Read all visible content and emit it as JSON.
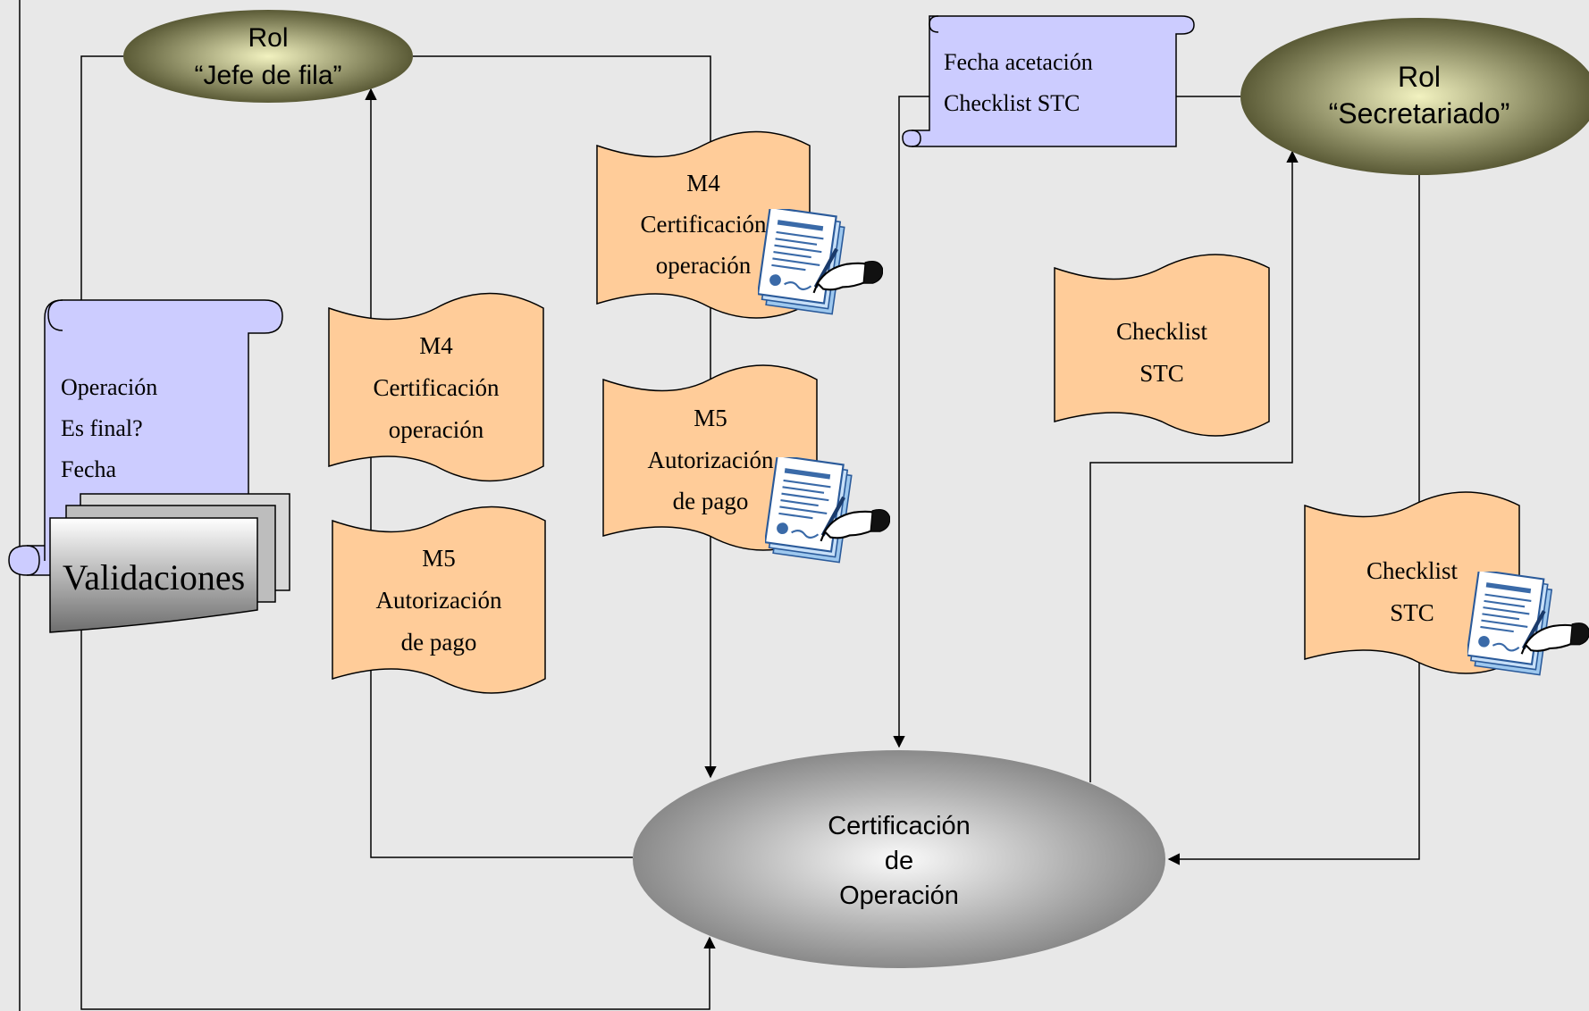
{
  "colors": {
    "background": "#e8e8e8",
    "scroll_fill": "#ccccff",
    "document_fill": "#ffcc99",
    "role_ellipse_light": "#f2f2c0",
    "role_ellipse_dark": "#5a5a36",
    "center_ellipse_light": "#f8f8f8",
    "center_ellipse_dark": "#8a8a8a",
    "line": "#000000"
  },
  "roles": {
    "jefe": {
      "line1": "Rol",
      "line2": "“Jefe de fila”"
    },
    "secretariado": {
      "line1": "Rol",
      "line2": "“Secretariado”"
    }
  },
  "center": {
    "line1": "Certificación",
    "line2": "de",
    "line3": "Operación"
  },
  "scrolls": {
    "left": {
      "line1": "Operación",
      "line2": "Es final?",
      "line3": "Fecha"
    },
    "top": {
      "line1": "Fecha acetación",
      "line2": "Checklist STC"
    }
  },
  "validaciones": {
    "label": "Validaciones"
  },
  "documents": {
    "m4_left": {
      "line1": "M4",
      "line2": "Certificación",
      "line3": "operación"
    },
    "m5_left": {
      "line1": "M5",
      "line2": "Autorización",
      "line3": "de pago"
    },
    "m4_signed": {
      "line1": "M4",
      "line2": "Certificación",
      "line3": "operación"
    },
    "m5_signed": {
      "line1": "M5",
      "line2": "Autorización",
      "line3": "de pago"
    },
    "checklist": {
      "line1": "Checklist",
      "line2": "STC"
    },
    "checklist_signed": {
      "line1": "Checklist",
      "line2": "STC"
    }
  },
  "icons": [
    "signing-hand-icon"
  ]
}
